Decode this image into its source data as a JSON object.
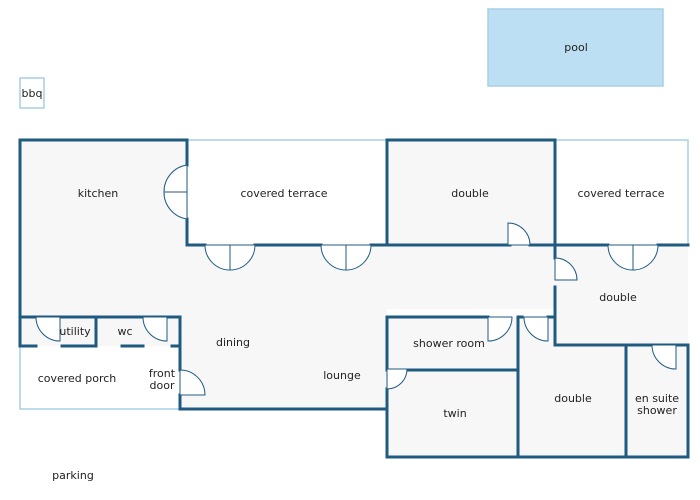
{
  "labels": {
    "pool": "pool",
    "bbq": "bbq",
    "kitchen": "kitchen",
    "covered_terrace_1": "covered terrace",
    "double_1": "double",
    "covered_terrace_2": "covered terrace",
    "double_2": "double",
    "utility": "utility",
    "wc": "wc",
    "dining": "dining",
    "covered_porch": "covered porch",
    "front_door_1": "front",
    "front_door_2": "door",
    "lounge": "lounge",
    "shower_room": "shower room",
    "twin": "twin",
    "double_3": "double",
    "en_suite_1": "en suite",
    "en_suite_2": "shower",
    "parking": "parking"
  },
  "colors": {
    "wall": "#1f5a80",
    "outline": "#a9cfe6",
    "pool_fill": "#bcdff3",
    "room_fill": "#f7f7f7"
  }
}
